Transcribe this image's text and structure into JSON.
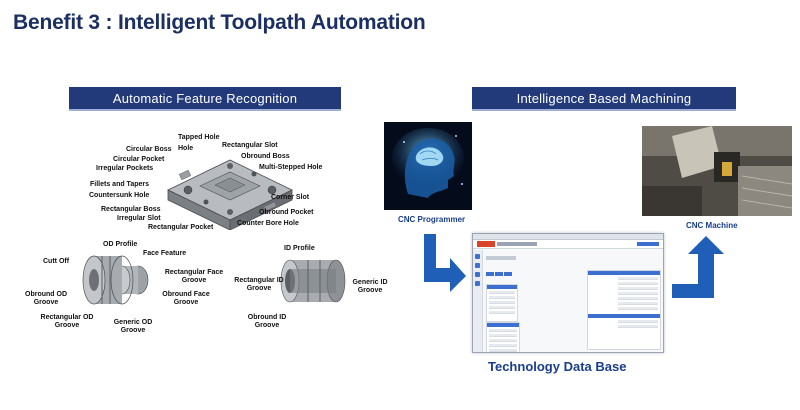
{
  "title": "Benefit 3 : Intelligent Toolpath Automation",
  "left_section": {
    "banner": "Automatic Feature Recognition",
    "prismatic_labels": {
      "tapped_hole": "Tapped Hole",
      "circular_boss": "Circular Boss",
      "hole": "Hole",
      "rectangular_slot": "Rectangular Slot",
      "circular_pocket": "Circular Pocket",
      "obround_boss": "Obround Boss",
      "irregular_pockets": "Irregular Pockets",
      "multi_stepped_hole": "Multi-Stepped Hole",
      "fillets_and_tapers": "Fillets and Tapers",
      "countersunk_hole": "Countersunk Hole",
      "corner_slot": "Corner Slot",
      "rectangular_boss": "Rectangular Boss",
      "obround_pocket": "Obround Pocket",
      "irregular_slot": "Irregular Slot",
      "counter_bore_hole": "Counter Bore Hole",
      "rectangular_pocket": "Rectangular Pocket"
    },
    "turned_od_labels": {
      "od_profile": "OD Profile",
      "face_feature": "Face Feature",
      "cut_off": "Cutt Off",
      "rectangular_face_groove": "Rectangular Face Groove",
      "obround_od_groove": "Obround OD Groove",
      "obround_face_groove": "Obround Face Groove",
      "rectangular_od_groove": "Rectangular OD Groove",
      "generic_od_groove": "Generic OD Groove"
    },
    "turned_id_labels": {
      "id_profile": "ID Profile",
      "rectangular_id_groove": "Rectangular ID Groove",
      "generic_id_groove": "Generic ID Groove",
      "obround_id_groove": "Obround ID Groove"
    }
  },
  "right_section": {
    "banner": "Intelligence Based Machining",
    "programmer_caption": "CNC Programmer",
    "machine_caption": "CNC Machine",
    "database_caption": "Technology Data Base"
  },
  "colors": {
    "title": "#1b2f63",
    "banner_bg": "#223a7a",
    "caption": "#1a3e8c",
    "arrow": "#1f5fb8"
  }
}
